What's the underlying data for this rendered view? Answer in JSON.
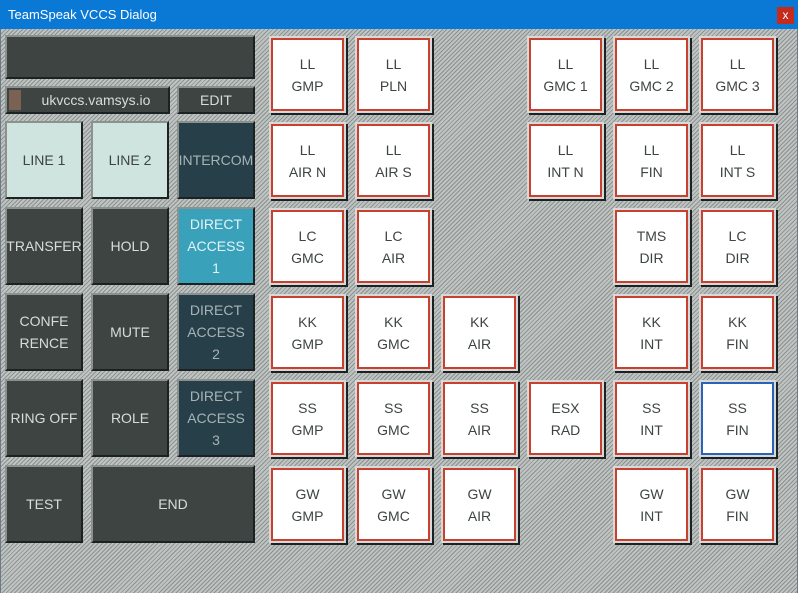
{
  "window": {
    "title": "TeamSpeak VCCS Dialog",
    "close_label": "x"
  },
  "left": {
    "server": "ukvccs.vamsys.io",
    "edit": "EDIT",
    "buttons": {
      "line1": "LINE 1",
      "line2": "LINE 2",
      "intercom": "INTERCOM",
      "transfer": "TRANSFER",
      "hold": "HOLD",
      "direct1": "DIRECT\nACCESS\n1",
      "conference": "CONFE\nRENCE",
      "mute": "MUTE",
      "direct2": "DIRECT\nACCESS\n2",
      "ringoff": "RING OFF",
      "role": "ROLE",
      "direct3": "DIRECT\nACCESS\n3",
      "test": "TEST",
      "end": "END"
    }
  },
  "freqs": {
    "ll_gmp": "LL\nGMP",
    "ll_pln": "LL\nPLN",
    "ll_gmc1": "LL\nGMC 1",
    "ll_gmc2": "LL\nGMC 2",
    "ll_gmc3": "LL\nGMC 3",
    "ll_air_n": "LL\nAIR N",
    "ll_air_s": "LL\nAIR S",
    "ll_int_n": "LL\nINT N",
    "ll_fin": "LL\nFIN",
    "ll_int_s": "LL\nINT S",
    "lc_gmc": "LC\nGMC",
    "lc_air": "LC\nAIR",
    "tms_dir": "TMS\nDIR",
    "lc_dir": "LC\nDIR",
    "kk_gmp": "KK\nGMP",
    "kk_gmc": "KK\nGMC",
    "kk_air": "KK\nAIR",
    "kk_int": "KK\nINT",
    "kk_fin": "KK\nFIN",
    "ss_gmp": "SS\nGMP",
    "ss_gmc": "SS\nGMC",
    "ss_air": "SS\nAIR",
    "esx_rad": "ESX\nRAD",
    "ss_int": "SS\nINT",
    "ss_fin": "SS\nFIN",
    "gw_gmp": "GW\nGMP",
    "gw_gmc": "GW\nGMC",
    "gw_air": "GW\nAIR",
    "gw_int": "GW\nINT",
    "gw_fin": "GW\nFIN"
  },
  "colors": {
    "titlebar": "#0a79d6",
    "freq_border": "#c8412e",
    "freq_selected_border": "#2a63b8",
    "direct_access_active": "#3aa1bb"
  }
}
